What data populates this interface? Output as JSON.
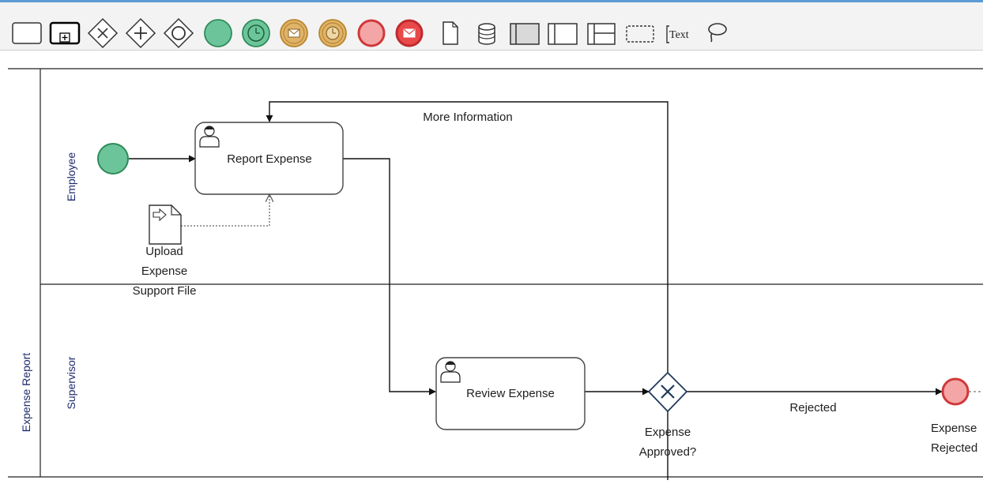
{
  "toolbar": {
    "items": [
      {
        "icon": "task-icon"
      },
      {
        "icon": "subprocess-icon"
      },
      {
        "icon": "exclusive-gateway-icon"
      },
      {
        "icon": "parallel-gateway-icon"
      },
      {
        "icon": "inclusive-gateway-icon"
      },
      {
        "icon": "start-event-icon"
      },
      {
        "icon": "timer-start-event-icon"
      },
      {
        "icon": "message-intermediate-event-icon"
      },
      {
        "icon": "timer-intermediate-event-icon"
      },
      {
        "icon": "end-event-icon"
      },
      {
        "icon": "message-end-event-icon"
      },
      {
        "icon": "data-object-icon"
      },
      {
        "icon": "data-store-icon"
      },
      {
        "icon": "pool-icon"
      },
      {
        "icon": "lane-icon"
      },
      {
        "icon": "swimlane-layout-icon"
      },
      {
        "icon": "group-icon"
      },
      {
        "icon": "text-annotation-icon",
        "label": "Text"
      },
      {
        "icon": "lasso-icon"
      }
    ]
  },
  "diagram": {
    "pool": {
      "label": "Expense Report"
    },
    "lanes": [
      {
        "label": "Employee"
      },
      {
        "label": "Supervisor"
      }
    ],
    "tasks": {
      "report_expense": "Report Expense",
      "review_expense": "Review Expense"
    },
    "data_object": {
      "line1": "Upload",
      "line2": "Expense",
      "line3": "Support File"
    },
    "gateway": {
      "line1": "Expense",
      "line2": "Approved?"
    },
    "flows": {
      "more_information": "More Information",
      "rejected": "Rejected"
    },
    "end_event": {
      "line1": "Expense",
      "line2": "Rejected"
    },
    "colors": {
      "start_fill": "#6cc59a",
      "start_stroke": "#2e8b57",
      "end_fill": "#f4a6a6",
      "end_stroke": "#d0383a",
      "amber_fill": "#e0b36a",
      "amber_stroke": "#b8862e",
      "pool_label": "#1e2a6e",
      "toolbar_accent": "#5b9bd5"
    }
  }
}
